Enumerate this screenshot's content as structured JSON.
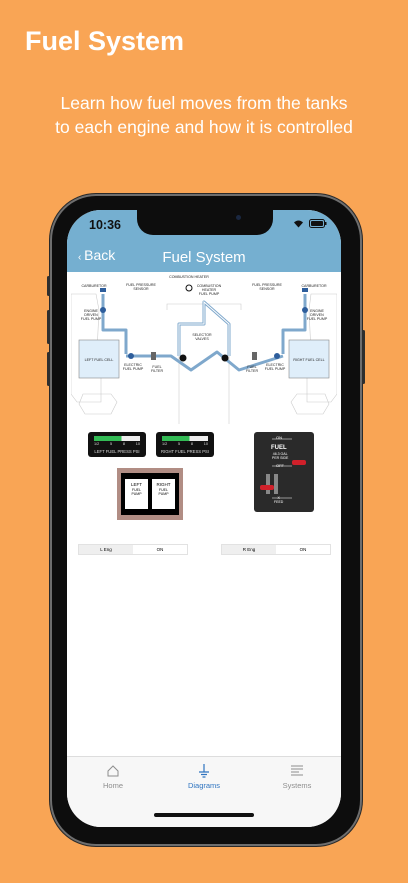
{
  "promo": {
    "title": "Fuel System",
    "subtitle_line1": "Learn how fuel moves from the tanks",
    "subtitle_line2": "to each engine and how it is controlled"
  },
  "status_bar": {
    "time": "10:36"
  },
  "nav": {
    "back_label": "Back",
    "title": "Fuel System"
  },
  "diagram": {
    "combustion_heater": "COMBUSTION HEATER",
    "combustion_heater_pump_1": "COMBUSTION",
    "combustion_heater_pump_2": "HEATER",
    "combustion_heater_pump_3": "FUEL PUMP",
    "carburetor": "CARBURETOR",
    "fuel_pressure_sensor_1": "FUEL PRESSURE",
    "fuel_pressure_sensor_2": "SENSOR",
    "engine_driven_pump_1": "ENGINE",
    "engine_driven_pump_2": "DRIVEN",
    "engine_driven_pump_3": "FUEL PUMP",
    "selector_valves_1": "SELECTOR",
    "selector_valves_2": "VALVES",
    "left_fuel_cell": "LEFT FUEL CELL",
    "right_fuel_cell": "RIGHT FUEL CELL",
    "electric_fuel_pump_1": "ELECTRIC",
    "electric_fuel_pump_2": "FUEL PUMP",
    "fuel_filter_1": "FUEL",
    "fuel_filter_2": "FILTER"
  },
  "gauges": {
    "left_label": "LEFT FUEL PRESS PSI",
    "right_label": "RIGHT FUEL PRESS PSI",
    "tick_half": "1/2",
    "tick_5": "5",
    "tick_8": "8",
    "tick_10": "10"
  },
  "pump_panel": {
    "left_label": "LEFT",
    "right_label": "RIGHT",
    "sub_label_1": "FUEL",
    "sub_label_2": "PUMP"
  },
  "fuel_switch": {
    "on_label": "ON",
    "title": "FUEL",
    "capacity_1": "46.3 GAL",
    "capacity_2": "PER SIDE",
    "off_label": "OFF",
    "x_label": "X",
    "feed_label": "FEED"
  },
  "status_table": {
    "left_engine": "L Eng",
    "left_value": "ON",
    "right_engine": "R Eng",
    "right_value": "ON"
  },
  "tabs": [
    {
      "label": "Home",
      "icon": "home-icon",
      "active": false
    },
    {
      "label": "Diagrams",
      "icon": "diagram-icon",
      "active": true
    },
    {
      "label": "Systems",
      "icon": "systems-icon",
      "active": false
    }
  ],
  "colors": {
    "background": "#F9A555",
    "nav_bar": "#75AFD0",
    "fuel_line": "#7FA8CC",
    "active_tab": "#2f74c0",
    "switch_red": "#d0202a"
  }
}
